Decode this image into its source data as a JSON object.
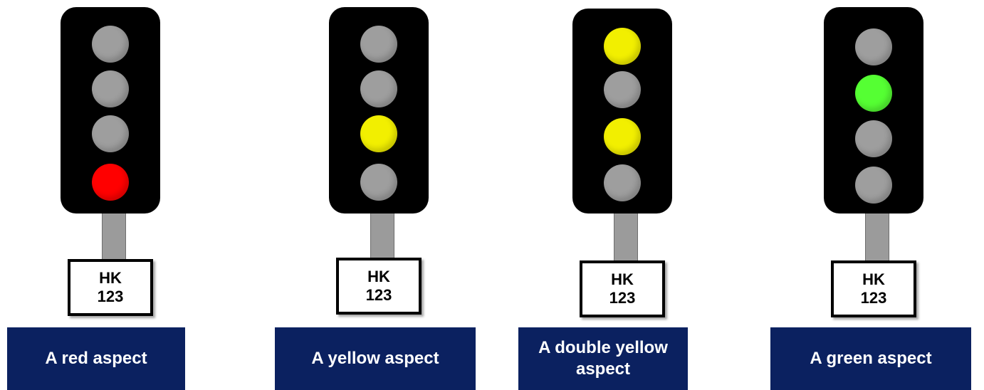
{
  "colors": {
    "lamp_off": "#9e9e9e",
    "red": "#ff0000",
    "yellow": "#f2ef00",
    "green": "#55ff33",
    "caption_bg": "#0b2160",
    "signal_head": "#000000",
    "pole": "#9b9b9b"
  },
  "signals": [
    {
      "lamps": [
        "off",
        "off",
        "off",
        "red"
      ],
      "plate_line1": "HK",
      "plate_line2": "123",
      "caption": "A red aspect"
    },
    {
      "lamps": [
        "off",
        "off",
        "yellow",
        "off"
      ],
      "plate_line1": "HK",
      "plate_line2": "123",
      "caption": "A yellow aspect"
    },
    {
      "lamps": [
        "yellow",
        "off",
        "yellow",
        "off"
      ],
      "plate_line1": "HK",
      "plate_line2": "123",
      "caption": "A double yellow aspect"
    },
    {
      "lamps": [
        "off",
        "green",
        "off",
        "off"
      ],
      "plate_line1": "HK",
      "plate_line2": "123",
      "caption": "A green aspect"
    }
  ]
}
